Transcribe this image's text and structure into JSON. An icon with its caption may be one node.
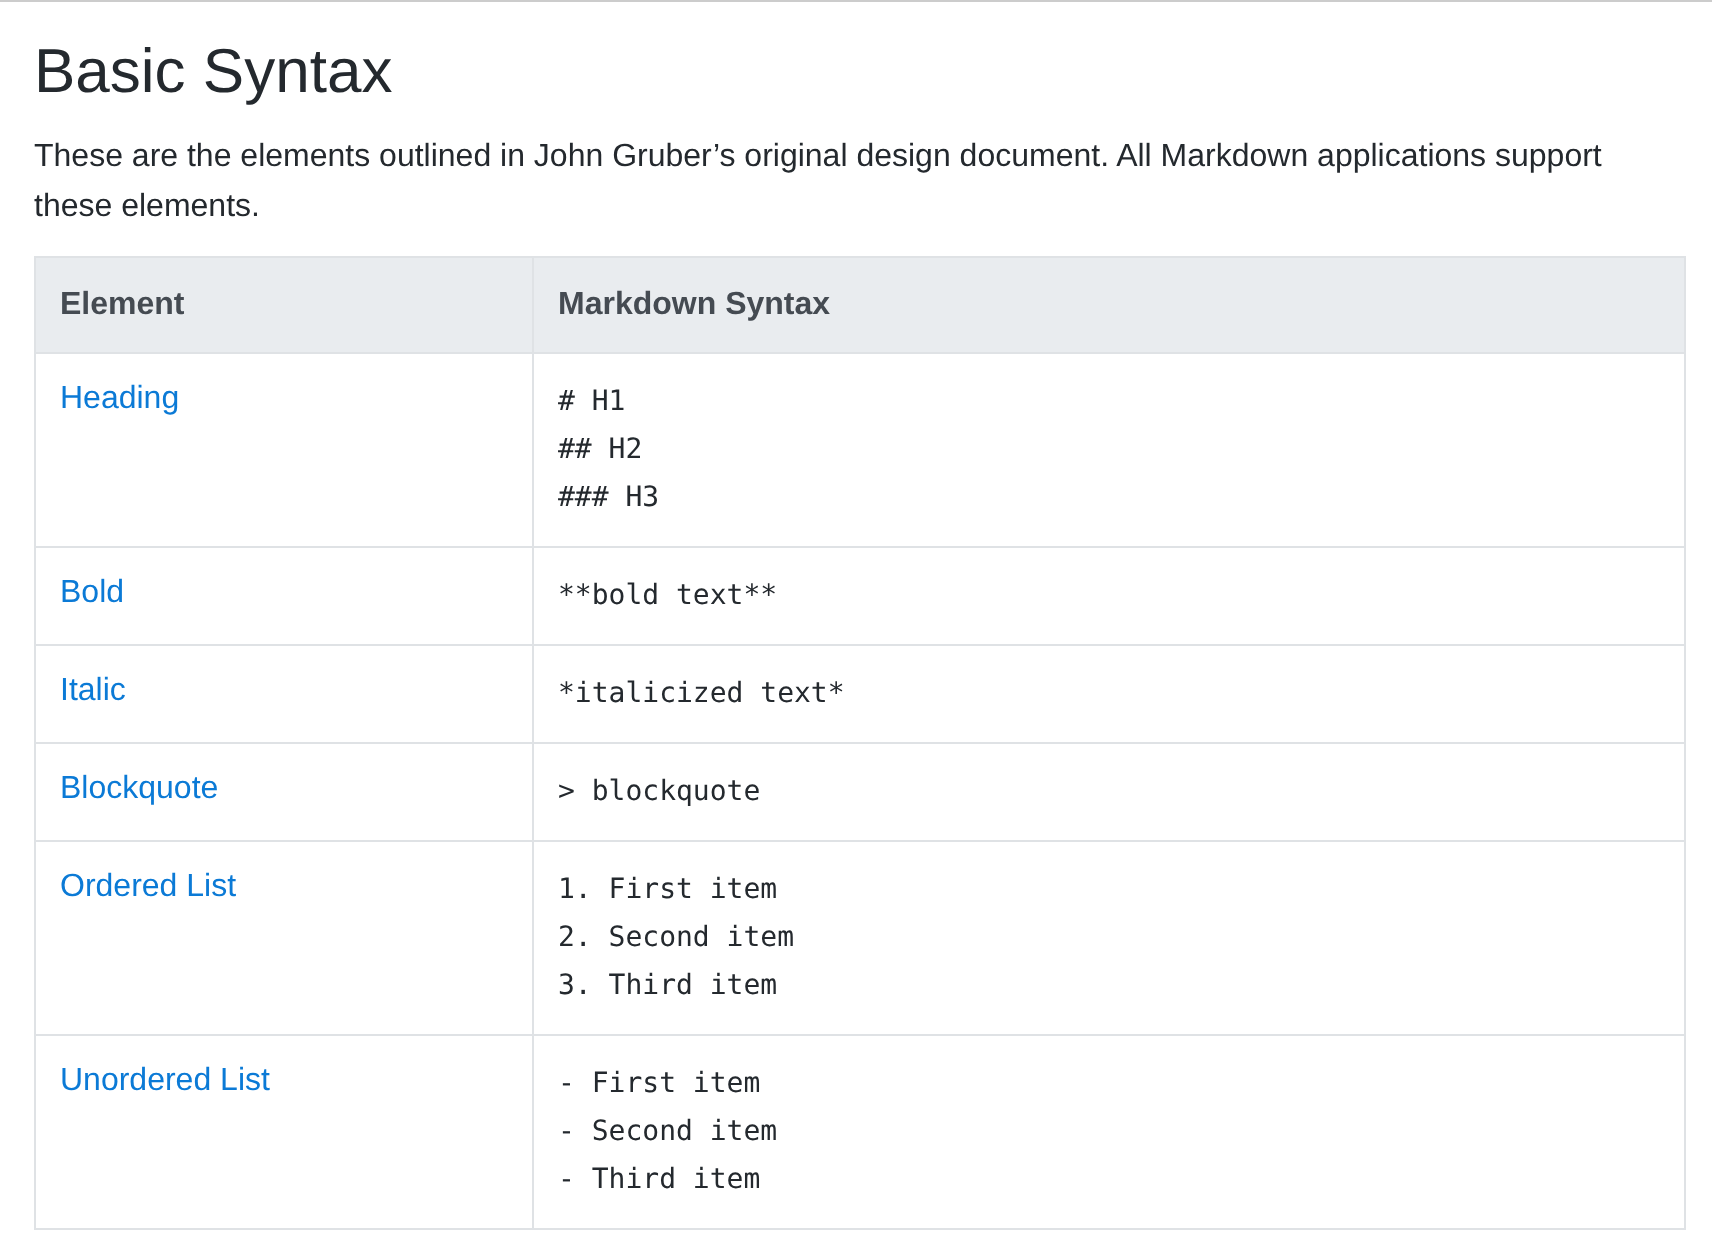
{
  "diagram": {
    "title": "Basic Syntax",
    "labels": [
      "These are the elements outlined in John Gruber’s original design document. All Markdown applications support these elements.",
      "Element",
      "Markdown Syntax",
      "Heading",
      "# H1",
      "## H2",
      "### H3",
      "Bold",
      "**bold text**",
      "Italic",
      "*italicized text*",
      "Blockquote",
      "> blockquote",
      "Ordered List",
      "1. First item",
      "2. Second item",
      "3. Third item",
      "Unordered List",
      "- First item",
      "- Second item",
      "- Third item"
    ]
  }
}
